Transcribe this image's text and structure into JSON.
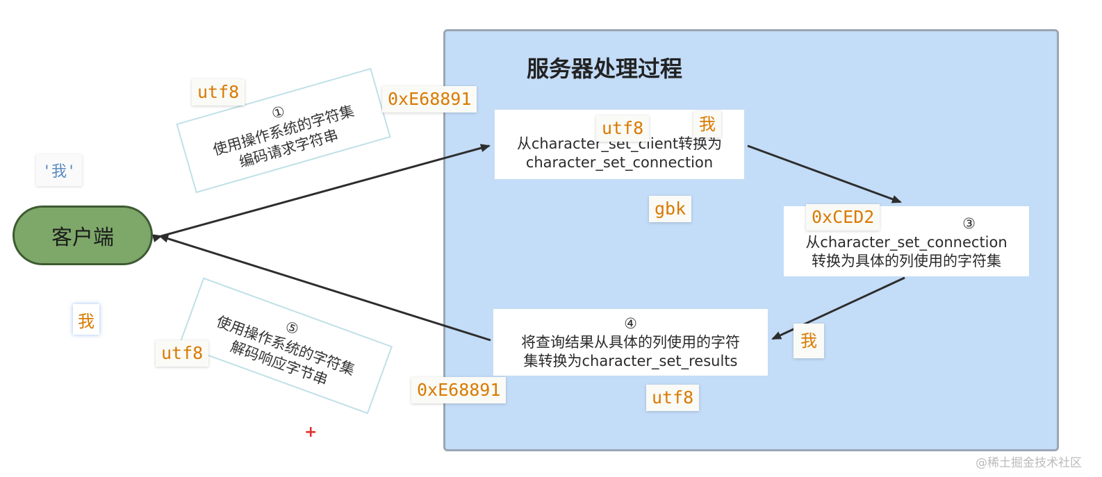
{
  "diagram": {
    "server_title": "服务器处理过程",
    "client_label": "客户端",
    "steps": {
      "step1": {
        "lines": [
          "从character_set_client转换为",
          "character_set_connection"
        ]
      },
      "step3": {
        "lines": [
          "③",
          "从character_set_connection",
          "转换为具体的列使用的字符集"
        ]
      },
      "step4": {
        "lines": [
          "④",
          "将查询结果从具体的列使用的字符",
          "集转换为character_set_results"
        ]
      }
    },
    "notes": {
      "note1": {
        "lines": [
          "①",
          "使用操作系统的字符集",
          "编码请求字符串"
        ]
      },
      "note5": {
        "lines": [
          "⑤",
          "使用操作系统的字符集",
          "解码响应字节串"
        ]
      }
    },
    "tags": {
      "utf8_request": "utf8",
      "hex_request": "0xE68891",
      "utf8_step1": "utf8",
      "char_step1": "我",
      "gbk": "gbk",
      "hex_gbk": "0xCED2",
      "char_step4": "我",
      "utf8_response": "utf8",
      "hex_response": "0xE68891",
      "utf8_results": "utf8",
      "quoted_char": "'我'",
      "client_char": "我"
    },
    "plus_mark": "+",
    "watermark": "@稀土掘金技术社区"
  }
}
